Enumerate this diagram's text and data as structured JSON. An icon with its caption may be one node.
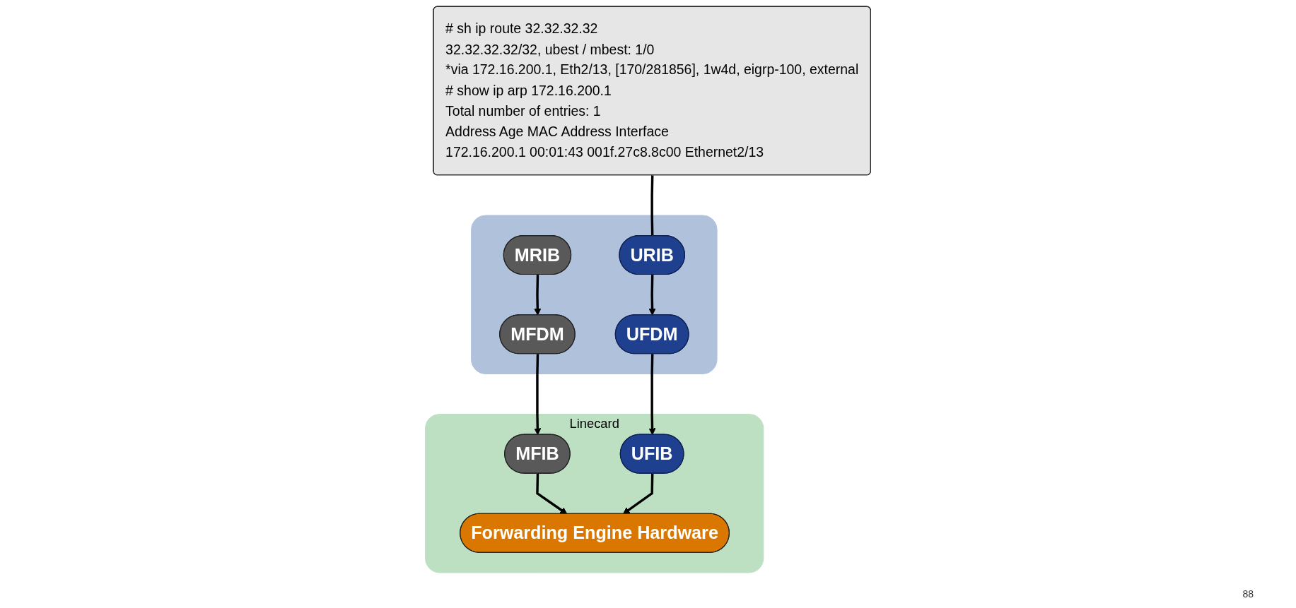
{
  "diagram": {
    "nodes": [
      {
        "text": [],
        "shape": "box"
      },
      {
        "text": [
          "MRIB"
        ],
        "in": 0
      },
      {
        "text": [
          "URIB"
        ],
        "in": 0
      },
      {
        "text": [
          "MFDM"
        ],
        "in": 0
      },
      {
        "text": [
          "UFDM"
        ],
        "in": 0
      },
      {
        "text": [
          "# sh ip route 32.32.32.32",
          "32.32.32.32/32, ubest / mbest: 1/0",
          "*via 172.16.200.1, Eth2/13, [170/281856], 1w4d, eigrp-100, external",
          "# show ip arp 172.16.200.1",
          "Total number of entries: 1",
          "Address Age MAC Address Interface",
          "172.16.200.1 00:01:43 001f.27c8.8c00 Ethernet2/13"
        ]
      },
      {
        "text": [
          "Linecard"
        ]
      },
      {
        "text": [
          "MFIB"
        ],
        "in": 6
      },
      {
        "text": [
          "UFIB"
        ],
        "in": 6
      },
      {
        "text": [
          "Forwarding Engine Hardware"
        ],
        "in": 6
      }
    ],
    "edges": [
      {
        "from": 5,
        "to": 2,
        "arrow": "none"
      },
      {
        "from": 1,
        "to": 3,
        "arrow": "to"
      },
      {
        "from": 2,
        "to": 4,
        "arrow": "to"
      },
      {
        "from": 3,
        "to": 7,
        "arrow": "to"
      },
      {
        "from": 4,
        "to": 8,
        "arrow": "to"
      },
      {
        "from": 7,
        "to": 9,
        "arrow": "to"
      },
      {
        "from": 8,
        "to": 9,
        "arrow": "to"
      }
    ],
    "labels": [
      "88"
    ]
  }
}
